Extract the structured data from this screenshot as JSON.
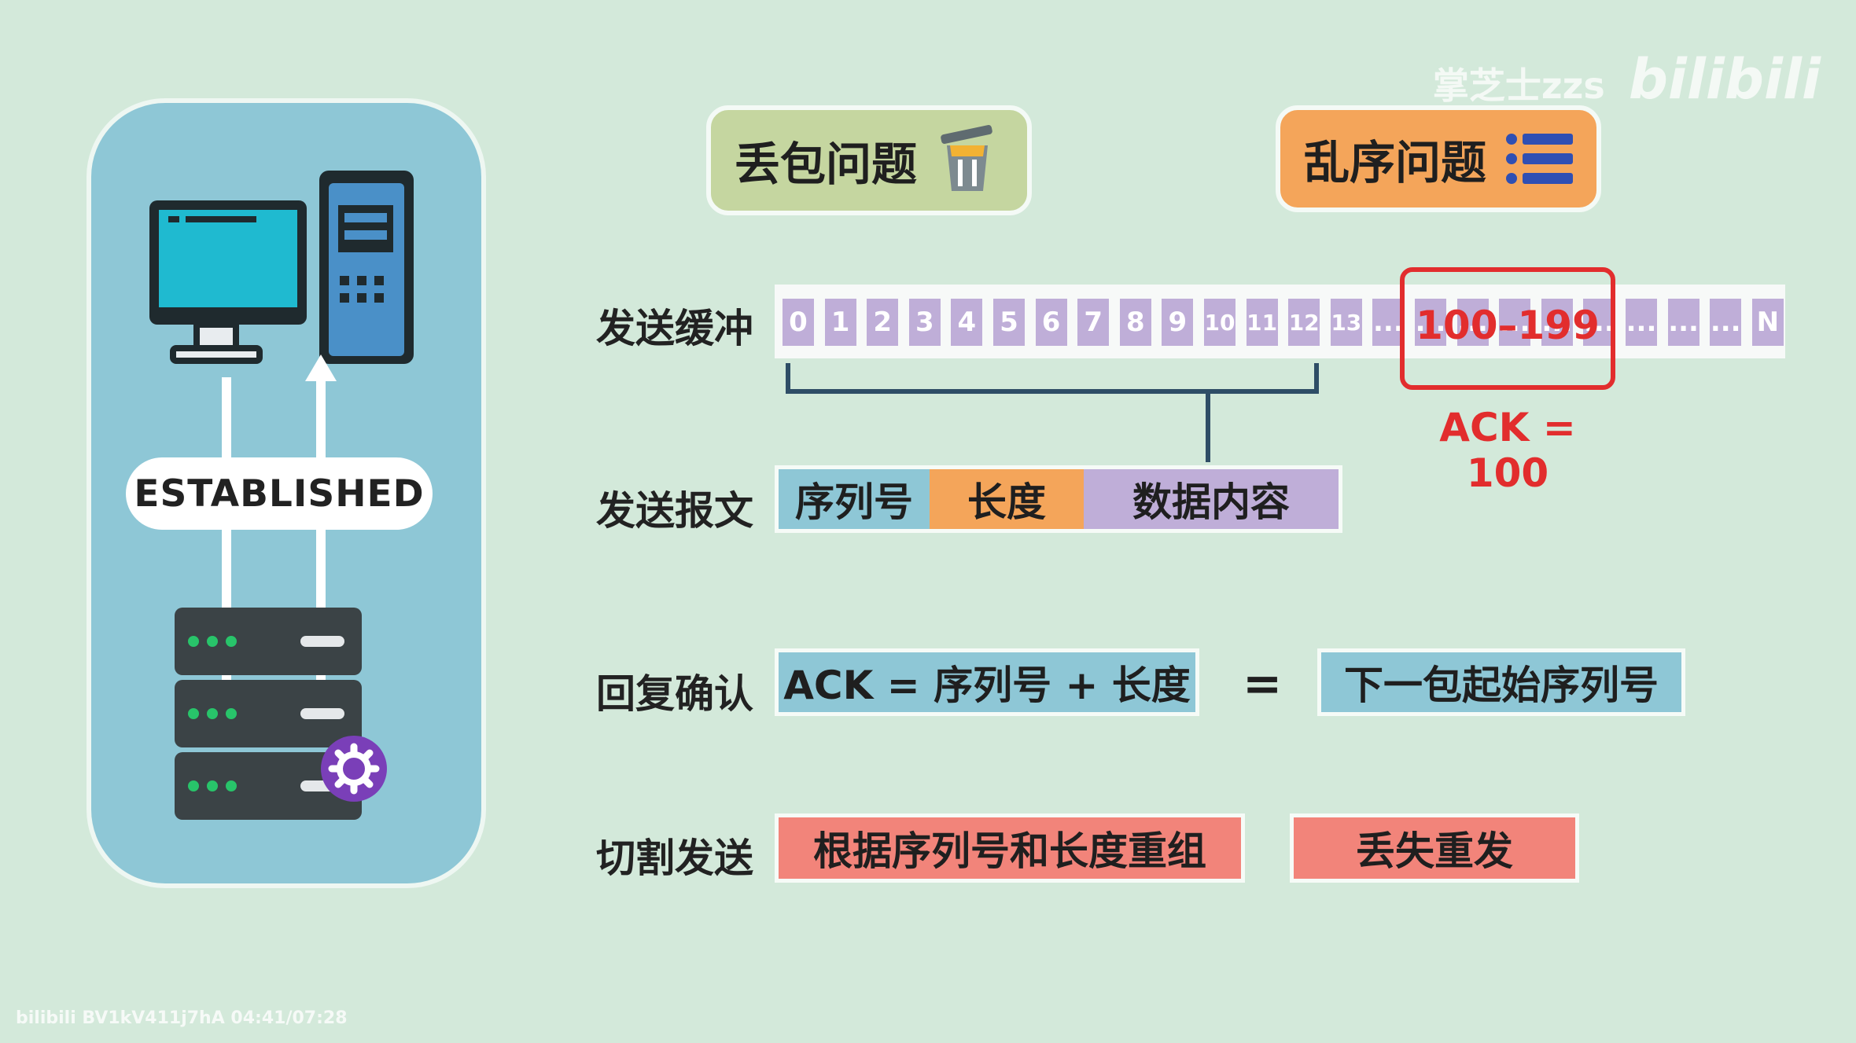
{
  "left_panel": {
    "status": "ESTABLISHED"
  },
  "tags": {
    "loss": "丢包问题",
    "order": "乱序问题"
  },
  "rows": {
    "buffer": "发送缓冲",
    "message": "发送报文",
    "ack": "回复确认",
    "split": "切割发送"
  },
  "buffer_cells": [
    "0",
    "1",
    "2",
    "3",
    "4",
    "5",
    "6",
    "7",
    "8",
    "9",
    "10",
    "11",
    "12",
    "13",
    "...",
    "...",
    "...",
    "...",
    "...",
    "...",
    "...",
    "...",
    "...",
    "N"
  ],
  "highlight": {
    "range": "100–199",
    "ack": "ACK = 100"
  },
  "message_fields": [
    "序列号",
    "长度",
    "数据内容"
  ],
  "ack_row": {
    "formula": "ACK = 序列号 + 长度",
    "equals": "=",
    "result": "下一包起始序列号"
  },
  "split_row": {
    "reassemble": "根据序列号和长度重组",
    "resend": "丢失重发"
  },
  "watermark": {
    "author": "掌芝士zzs",
    "site": "bilibili",
    "video": "BV1kV411j7hA 04:41/07:28"
  },
  "colors": {
    "bg": "#d3e9da",
    "blue": "#8ec7d6",
    "orange": "#f4a55a",
    "purple": "#bfaed8",
    "red": "#f2847a",
    "green": "#c5d6a0",
    "highlight": "#e22d2d"
  }
}
